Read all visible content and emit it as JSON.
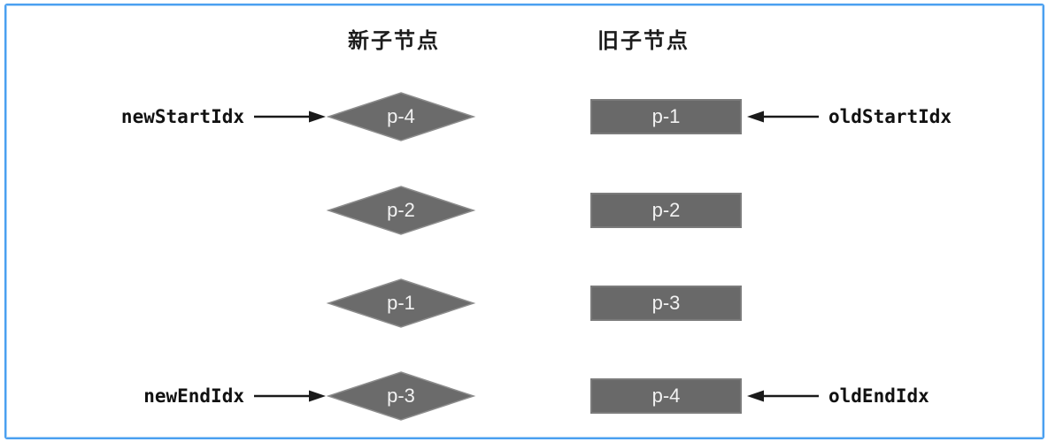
{
  "titles": {
    "new": "新子节点",
    "old": "旧子节点"
  },
  "nodes": {
    "new": [
      "p-4",
      "p-2",
      "p-1",
      "p-3"
    ],
    "old": [
      "p-1",
      "p-2",
      "p-3",
      "p-4"
    ]
  },
  "pointers": {
    "new_start": "newStartIdx",
    "new_end": "newEndIdx",
    "old_start": "oldStartIdx",
    "old_end": "oldEndIdx"
  },
  "colors": {
    "frame_border": "#4BA0F0",
    "node_fill": "#696969",
    "node_stroke": "#8c8c8c",
    "node_text": "#F2F2F2",
    "arrow": "#1A1A1A",
    "label_text": "#111111"
  }
}
